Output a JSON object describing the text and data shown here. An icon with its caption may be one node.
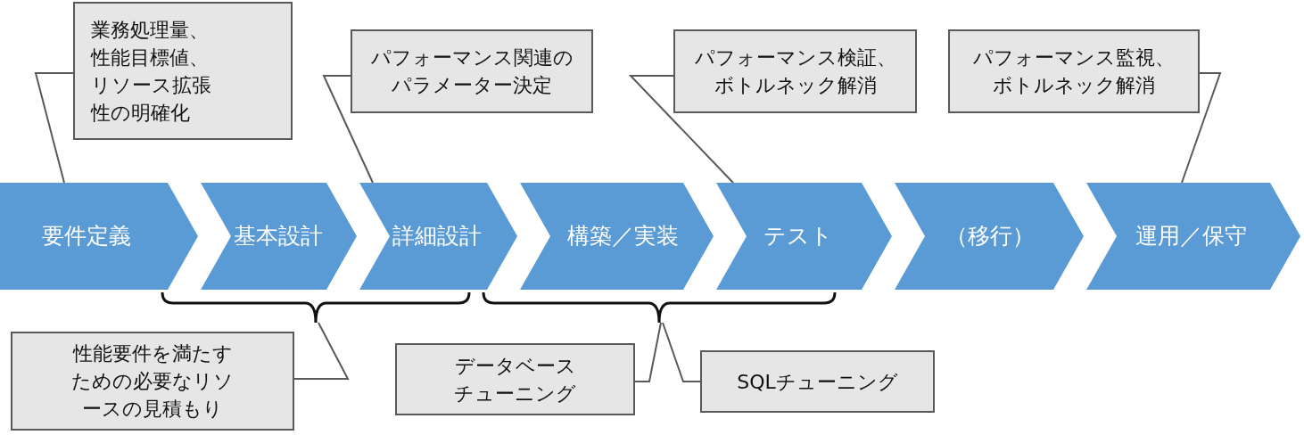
{
  "diagram": {
    "nodes": [
      {
        "text": [
          "要件定義"
        ]
      },
      {
        "text": [
          "基本設計"
        ]
      },
      {
        "text": [
          "詳細設計"
        ]
      },
      {
        "text": [
          "構築／実装"
        ]
      },
      {
        "text": [
          "テスト"
        ]
      },
      {
        "text": [
          "（移行）"
        ]
      },
      {
        "text": [
          "運用／保守"
        ]
      },
      {
        "text": [
          "業務処理量、性能目標値、リソース拡張性の明確化"
        ]
      },
      {
        "text": [
          "パフォーマンス関連のパラメーター決定"
        ]
      },
      {
        "text": [
          "パフォーマンス検証、ボトルネック解消"
        ]
      },
      {
        "text": [
          "パフォーマンス監視、ボトルネック解消"
        ]
      },
      {
        "text": [],
        "shape": "brace"
      },
      {
        "text": [],
        "shape": "brace"
      },
      {
        "text": [
          "性能要件を満たすための必要なリソースの見積もり"
        ]
      },
      {
        "text": [
          "データベースチューニング"
        ]
      },
      {
        "text": [
          "SQLチューニング"
        ]
      }
    ],
    "edges": [
      {
        "from": 7,
        "to": 0,
        "arrow": "none"
      },
      {
        "from": 8,
        "to": 2,
        "arrow": "none"
      },
      {
        "from": 9,
        "to": 4,
        "arrow": "none"
      },
      {
        "from": 10,
        "to": 6,
        "arrow": "none"
      },
      {
        "from": 13,
        "to": 11,
        "arrow": "none"
      },
      {
        "from": 14,
        "to": 12,
        "arrow": "none"
      },
      {
        "from": 15,
        "to": 12,
        "arrow": "none"
      }
    ]
  }
}
